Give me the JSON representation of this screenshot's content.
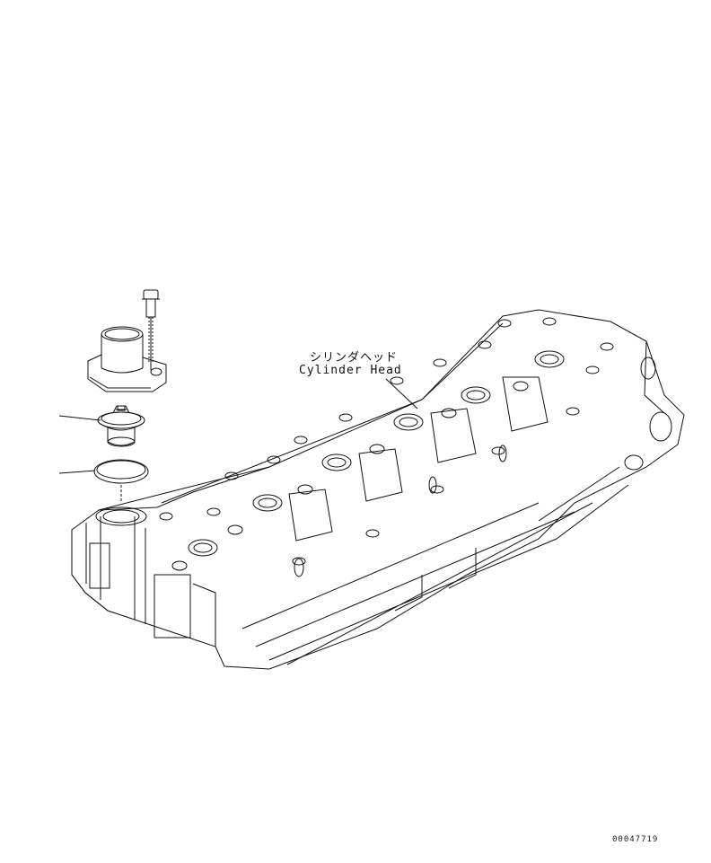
{
  "labels": {
    "part_name_jp": "シリンダヘッド",
    "part_name_en": "Cylinder Head"
  },
  "drawing_code": "00047719",
  "colors": {
    "line": "#111111",
    "background": "#ffffff"
  }
}
